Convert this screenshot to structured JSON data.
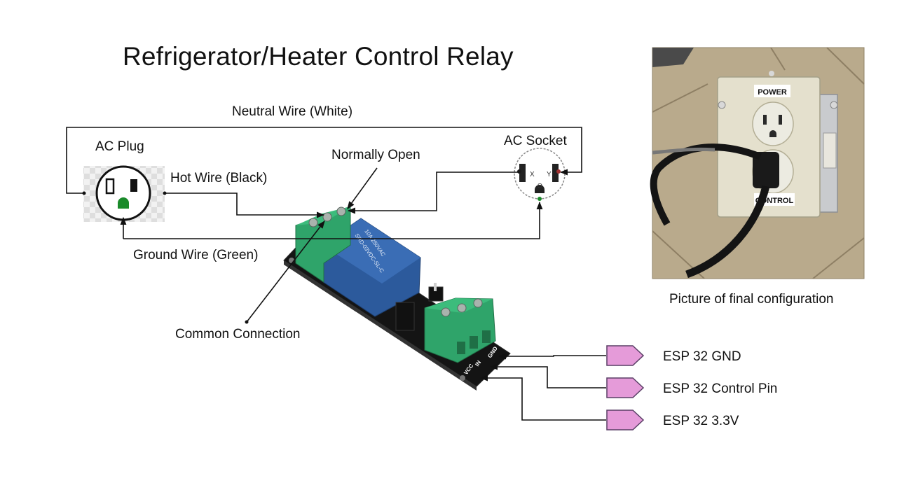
{
  "title": "Refrigerator/Heater Control Relay",
  "labels": {
    "neutral_wire": "Neutral Wire (White)",
    "ac_plug": "AC Plug",
    "hot_wire": "Hot Wire (Black)",
    "normally_open": "Normally Open",
    "ac_socket": "AC Socket",
    "ground_wire": "Ground Wire (Green)",
    "common_connection": "Common Connection"
  },
  "esp_pins": [
    {
      "label": "ESP 32 GND"
    },
    {
      "label": "ESP 32 Control Pin"
    },
    {
      "label": "ESP 32 3.3V"
    }
  ],
  "photo": {
    "caption": "Picture of final configuration",
    "outlet_top_label": "POWER",
    "outlet_bottom_label": "CONTROL"
  },
  "relay_module": {
    "pin_labels": [
      "GND",
      "IN",
      "VCC"
    ]
  },
  "colors": {
    "wire": "#111111",
    "terminal_green": "#2fa46a",
    "relay_blue": "#2c5a9c",
    "esp_connector_fill": "#e59bd9",
    "esp_connector_stroke": "#5a3f66",
    "ground_pin": "#1a8a2a"
  }
}
